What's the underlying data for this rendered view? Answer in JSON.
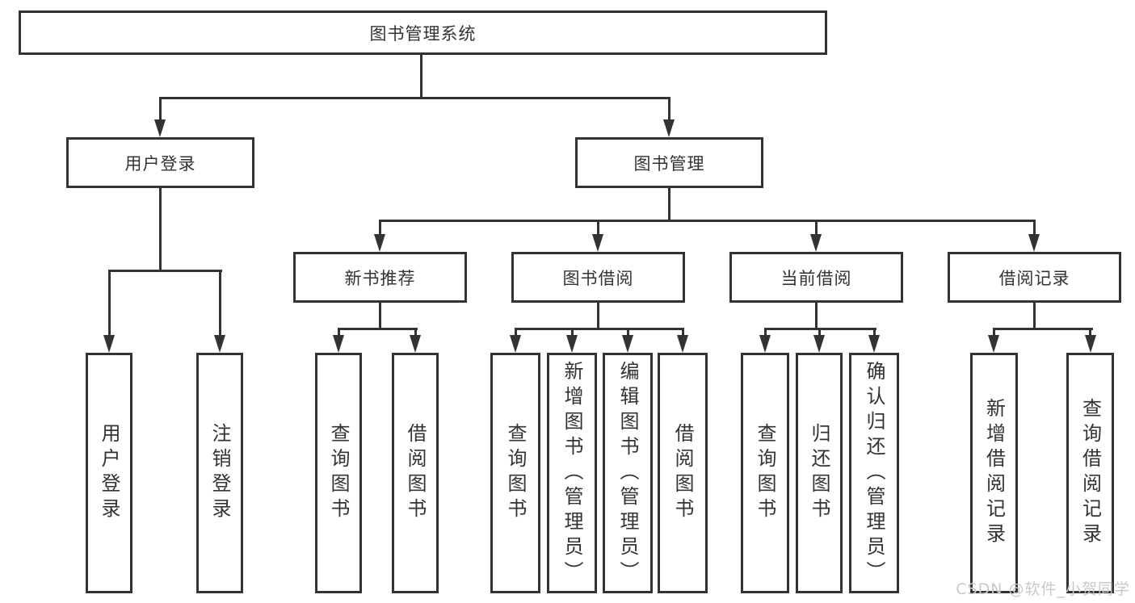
{
  "diagram": {
    "root": {
      "label": "图书管理系统"
    },
    "branches": [
      {
        "label": "用户登录",
        "children": [
          {
            "label": "用户登录"
          },
          {
            "label": "注销登录"
          }
        ]
      },
      {
        "label": "图书管理",
        "children": [
          {
            "label": "新书推荐",
            "children": [
              {
                "label": "查询图书"
              },
              {
                "label": "借阅图书"
              }
            ]
          },
          {
            "label": "图书借阅",
            "children": [
              {
                "label": "查询图书"
              },
              {
                "label": "新增图书（管理员）"
              },
              {
                "label": "编辑图书（管理员）"
              },
              {
                "label": "借阅图书"
              }
            ]
          },
          {
            "label": "当前借阅",
            "children": [
              {
                "label": "查询图书"
              },
              {
                "label": "归还图书"
              },
              {
                "label": "确认归还（管理员）"
              }
            ]
          },
          {
            "label": "借阅记录",
            "children": [
              {
                "label": "新增借阅记录"
              },
              {
                "label": "查询借阅记录"
              }
            ]
          }
        ]
      }
    ]
  },
  "watermark": {
    "text": "CSDN @软件_小贺同学"
  },
  "colors": {
    "line": "#333333",
    "text": "#333333",
    "box_background": "#ffffff",
    "watermark": "#c9c9c9",
    "page_background": "#ffffff"
  }
}
